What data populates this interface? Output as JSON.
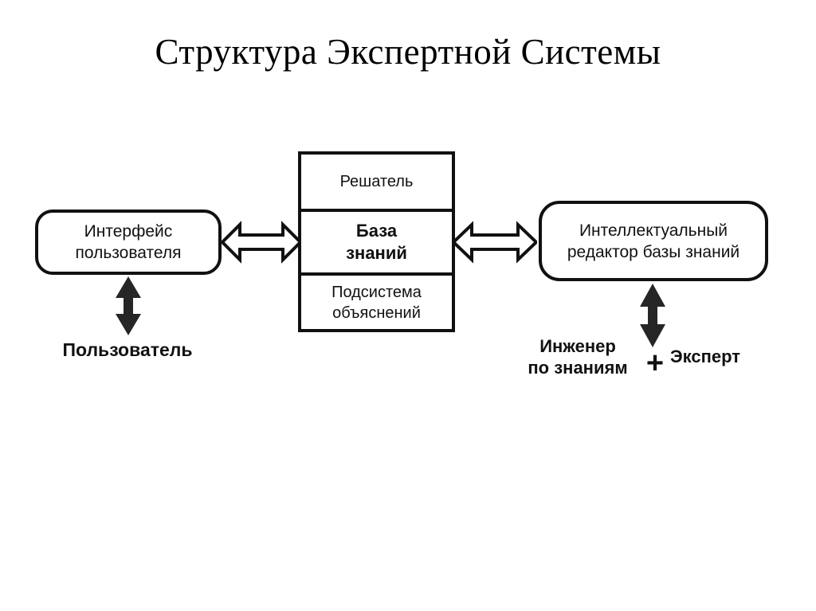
{
  "page": {
    "title": "Структура Экспертной Системы",
    "background_color": "#ffffff",
    "stroke_color": "#111111"
  },
  "diagram": {
    "boxes": [
      {
        "id": "user-interface",
        "label": "Интерфейс\nпользователя",
        "shape": "rounded-rectangle"
      },
      {
        "id": "knowledge-editor",
        "label": "Интеллектуальный\nредактор базы знаний",
        "shape": "rounded-rectangle"
      }
    ],
    "core": {
      "id": "expert-system-core",
      "shape": "stacked-rectangle",
      "cells": [
        {
          "id": "solver",
          "label": "Решатель",
          "bold": false
        },
        {
          "id": "knowledge-base",
          "label": "База\nзнаний",
          "bold": true
        },
        {
          "id": "explanation-subsystem",
          "label": "Подсистема\nобъяснений",
          "bold": false
        }
      ]
    },
    "connectors": [
      {
        "id": "ui-to-core",
        "style": "hollow-double-arrow",
        "orientation": "horizontal",
        "from": "user-interface",
        "to": "expert-system-core"
      },
      {
        "id": "core-to-editor",
        "style": "hollow-double-arrow",
        "orientation": "horizontal",
        "from": "expert-system-core",
        "to": "knowledge-editor"
      },
      {
        "id": "ui-to-user",
        "style": "solid-double-arrow",
        "orientation": "vertical",
        "from": "user-interface",
        "to": "user-actor"
      },
      {
        "id": "editor-to-expert",
        "style": "solid-double-arrow",
        "orientation": "vertical",
        "from": "knowledge-editor",
        "to": "expert-actor"
      }
    ],
    "actors": [
      {
        "id": "user-actor",
        "label": "Пользователь"
      },
      {
        "id": "engineer-actor",
        "label": "Инженер\nпо знаниям"
      },
      {
        "id": "plus-operator",
        "label": "+"
      },
      {
        "id": "expert-actor",
        "label": "Эксперт"
      }
    ]
  }
}
